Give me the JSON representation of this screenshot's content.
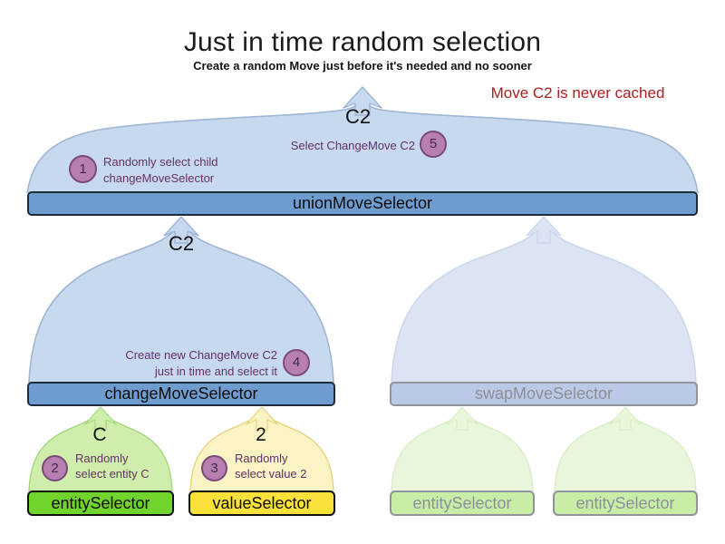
{
  "title": "Just in time random selection",
  "subtitle": "Create a random Move just before it's needed and no sooner",
  "note": "Move C2 is never cached",
  "selectors": {
    "union": {
      "label": "unionMoveSelector",
      "selected": "C2"
    },
    "change": {
      "label": "changeMoveSelector",
      "selected": "C2"
    },
    "swap": {
      "label": "swapMoveSelector"
    },
    "entity": {
      "label": "entitySelector",
      "selected": "C"
    },
    "value": {
      "label": "valueSelector",
      "selected": "2"
    },
    "entity_faded_1": {
      "label": "entitySelector"
    },
    "entity_faded_2": {
      "label": "entitySelector"
    }
  },
  "steps": {
    "s1": {
      "num": "1",
      "lines": [
        "Randomly select child",
        "changeMoveSelector"
      ]
    },
    "s2": {
      "num": "2",
      "lines": [
        "Randomly",
        "select entity C"
      ]
    },
    "s3": {
      "num": "3",
      "lines": [
        "Randomly",
        "select value 2"
      ]
    },
    "s4": {
      "num": "4",
      "lines": [
        "Create new ChangeMove C2",
        "just in time and select it"
      ]
    },
    "s5": {
      "num": "5",
      "lines": [
        "Select ChangeMove C2"
      ]
    }
  },
  "colors": {
    "dome_blue": "#c6d9ee",
    "dome_blue_stroke": "#9fb6d4",
    "dome_blue_faded": "#dce4f3",
    "dome_blue_faded_stroke": "#cdd8ec",
    "bar_blue": "#6f9ccf",
    "bar_blue_border": "#1d2b3a",
    "bar_blue_faded": "#b9c9e6",
    "dome_green": "#cfeeab",
    "dome_green_stroke": "#a6d87e",
    "dome_yellow": "#faf3c4",
    "dome_yellow_stroke": "#e7d47e",
    "dome_green_faded": "#e9f6dc",
    "dome_green_faded_stroke": "#d9eec5",
    "bar_green": "#70d42c",
    "bar_yellow": "#fbe23b",
    "bar_green_faded": "#c7eda6",
    "faded_border": "#8f949c",
    "faded_text": "#8d9099",
    "badge_fill": "#b77fb0",
    "badge_border": "#7c4a78",
    "annotation_text": "#643067",
    "note_red": "#aa1f1f"
  }
}
